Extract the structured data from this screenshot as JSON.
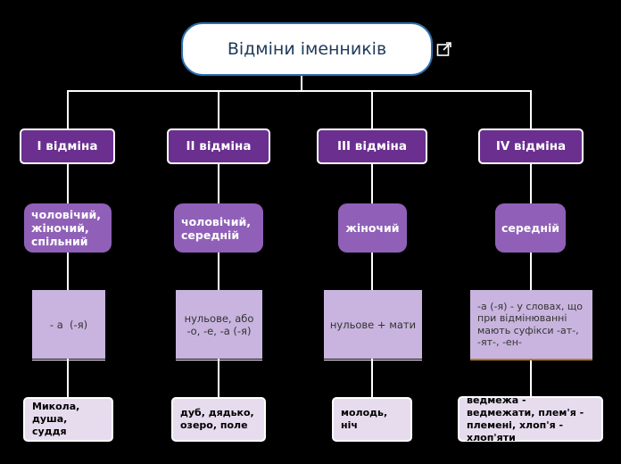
{
  "title": "Відміни іменників",
  "icon": "external-link-icon",
  "colors": {
    "declension": "#6b2f8f",
    "gender": "#9060b8",
    "ending": "#c8b4de",
    "example": "#e6dcee",
    "border": "#2a6fb0"
  },
  "branches": [
    {
      "declension": "I відміна",
      "gender": "чоловічий, жіночий, спільний",
      "ending": "- а  (-я)",
      "examples": "Микола, душа, суддя"
    },
    {
      "declension": "II відміна",
      "gender": "чоловічий, середній",
      "ending": "нульове, або -о, -е, -а (-я)",
      "examples": "дуб, дядько, озеро, поле"
    },
    {
      "declension": "III відміна",
      "gender": "жіночий",
      "ending": "нульове + мати",
      "examples": "молодь, ніч"
    },
    {
      "declension": "IV відміна",
      "gender": "середній",
      "ending": "-а (-я) - у словах, що при відмінюванні мають суфікси -ат-, -ят-, -ен-",
      "examples": "ведмежа - ведмежати, плем'я - племені, хлоп'я - хлоп'яти"
    }
  ]
}
